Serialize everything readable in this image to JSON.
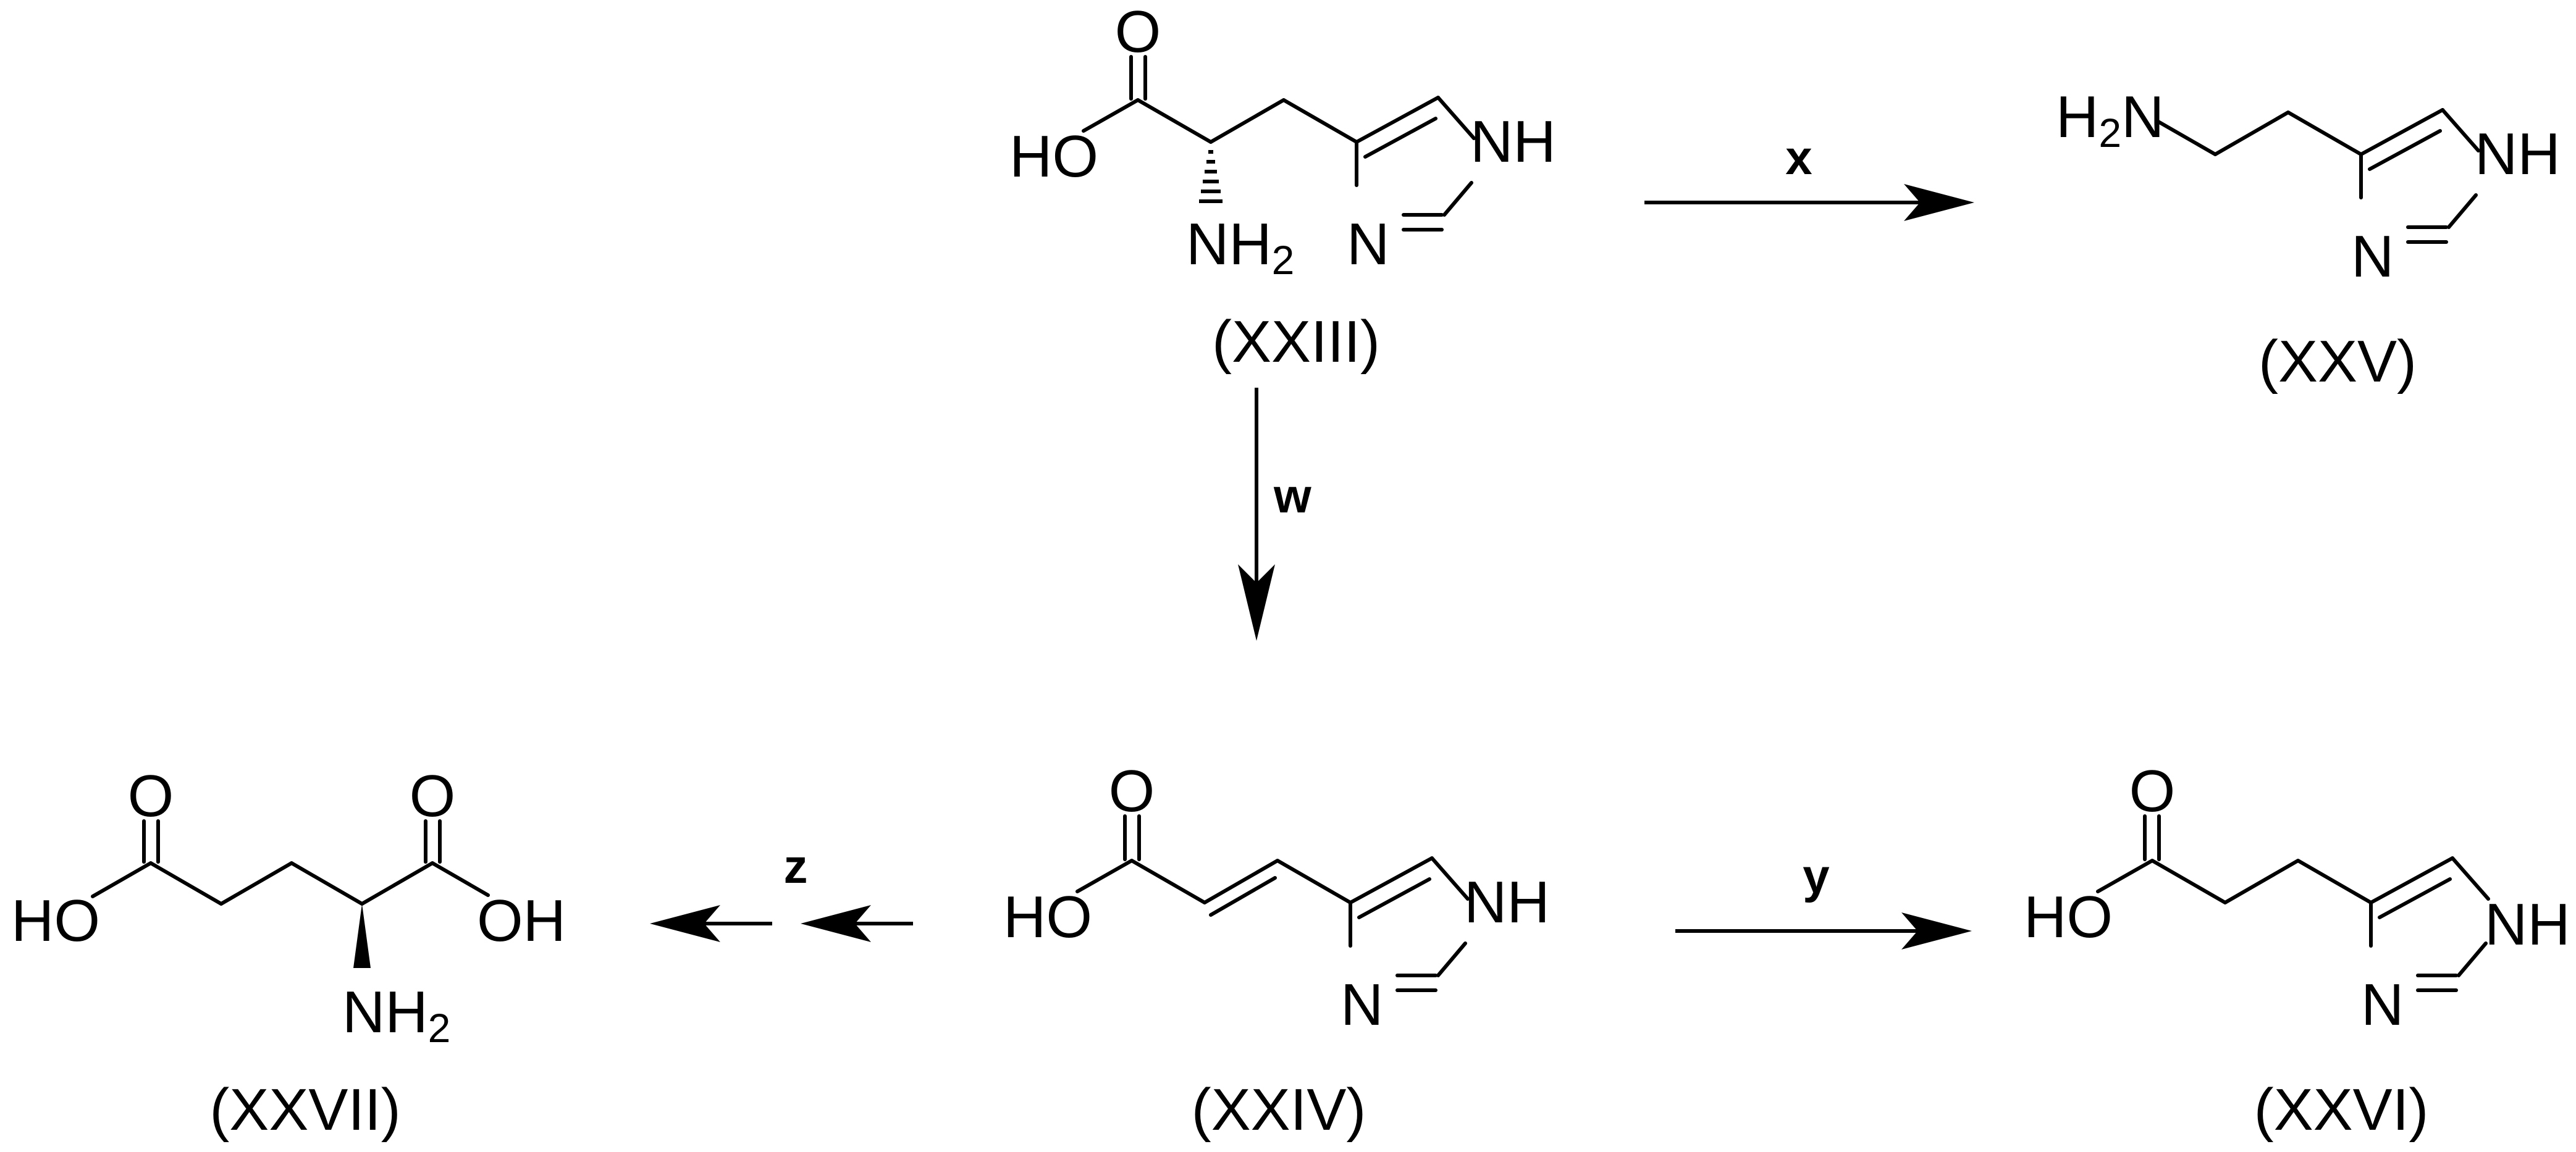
{
  "compounds": {
    "xxiii": {
      "id": "(XXIII)",
      "ho": "HO",
      "o": "O",
      "nh2": "NH",
      "nh2_sub": "2",
      "ring_nh": "NH",
      "ring_n": "N"
    },
    "xxv": {
      "id": "(XXV)",
      "h2n_h": "H",
      "h2n_sub": "2",
      "h2n_n": "N",
      "ring_nh": "NH",
      "ring_n": "N"
    },
    "xxiv": {
      "id": "(XXIV)",
      "ho": "HO",
      "o": "O",
      "ring_nh": "NH",
      "ring_n": "N"
    },
    "xxvi": {
      "id": "(XXVI)",
      "ho": "HO",
      "o": "O",
      "ring_nh": "NH",
      "ring_n": "N"
    },
    "xxvii": {
      "id": "(XXVII)",
      "ho": "HO",
      "oh": "OH",
      "o1": "O",
      "o2": "O",
      "nh2": "NH",
      "nh2_sub": "2"
    }
  },
  "reactions": {
    "x": "x",
    "w": "w",
    "y": "y",
    "z": "z"
  },
  "colors": {
    "ink": "#000000",
    "background": "#ffffff"
  }
}
